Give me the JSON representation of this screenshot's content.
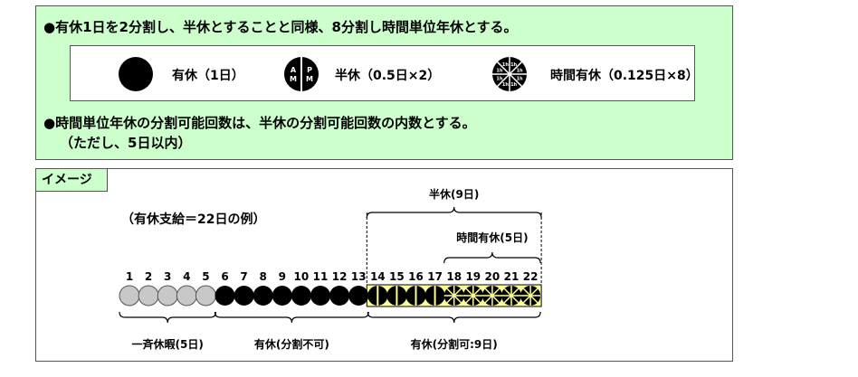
{
  "top": {
    "line1": "●有休1日を2分割し、半休とすることと同様、8分割し時間単位年休とする。",
    "line2": "●時間単位年休の分割可能回数は、半休の分割可能回数の内数とする。",
    "line3": "（ただし、5日以内）",
    "legend": {
      "full_label": "有休（1日）",
      "half_label": "半休（0.5日×2）",
      "half_am": "A M",
      "half_pm": "P M",
      "hour_label": "時間有休（0.125日×8）",
      "hour_mark": "1h"
    }
  },
  "diagram": {
    "tag": "イメージ",
    "example": "（有休支給＝22日の例）",
    "half_brace_label": "半休(9日)",
    "hour_brace_label": "時間有休(5日)",
    "day_numbers": [
      "1",
      "2",
      "3",
      "4",
      "5",
      "6",
      "7",
      "8",
      "9",
      "10",
      "11",
      "12",
      "13",
      "14",
      "15",
      "16",
      "17",
      "18",
      "19",
      "20",
      "21",
      "22"
    ],
    "group_labels": {
      "collective": "一斉休暇(5日)",
      "non_divisible": "有休(分割不可)",
      "divisible": "有休(分割可:9日)"
    },
    "colors": {
      "collective": "#c8c8c8",
      "full": "#000000",
      "divisible_bg": "#ffff99",
      "green_bg": "#ccffcc"
    }
  }
}
